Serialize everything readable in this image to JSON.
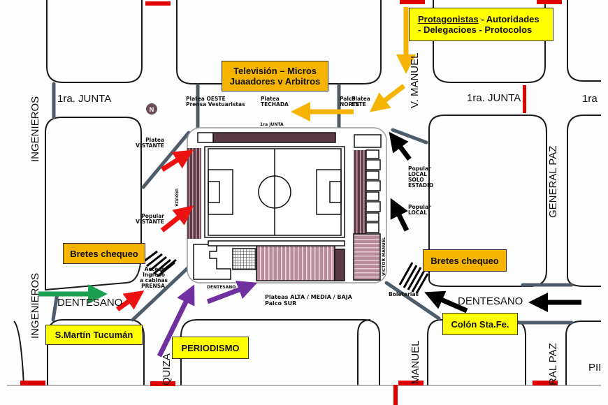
{
  "map": {
    "title": "Estadio - Operativo de seguridad",
    "streets": {
      "primera_junta_left": "1ra. JUNTA",
      "primera_junta_right": "1ra. JUNTA",
      "primera_junta_far_right": "1ra",
      "dentesano_left": "DENTESANO",
      "dentesano_right": "DENTESANO",
      "ingenieros_top": "INGENIEROS",
      "ingenieros_bottom": "INGENIEROS",
      "v_manuel_top": "V. MANUEL",
      "manuel_bottom": "MANUEL",
      "general_paz": "GENERAL PAZ",
      "ral_paz_bottom": "RAL PAZ",
      "quiza_bottom": "QUIZA",
      "pii_bottom": "PII"
    },
    "callouts": {
      "protagonistas_line1": "Protagonistas",
      "protagonistas_line1b": " - Autoridades",
      "protagonistas_line2": "- Delegacioes - Protocolos",
      "television_line1": "Televisión – Micros",
      "television_line2": "Juaadores v Arbitros",
      "bretes_left": "Bretes chequeo",
      "bretes_right": "Bretes chequeo",
      "smartin": "S.Martín Tucumán",
      "periodismo": "PERIODISMO",
      "colon": "Colón Sta.Fe."
    },
    "stadium_labels": {
      "platea_oeste": [
        "Platea OESTE",
        "Prensa Vestuaristas"
      ],
      "platea_techada": [
        "Platea",
        "TECHADA"
      ],
      "palco_norte": [
        "Palco",
        "NORTE"
      ],
      "platea_este": [
        "Platea",
        "ESTE"
      ],
      "platea_visitante": [
        "Platea",
        "VISTANTE"
      ],
      "popular_visitante": [
        "Popular",
        "VISTANTE"
      ],
      "popular_local_solo": [
        "Popular",
        "LOCAL",
        "SOLO",
        "ESTADIO"
      ],
      "popular_local": [
        "Popular",
        "LOCAL"
      ],
      "ingreso_prensa": [
        "Acceso",
        "Ingreso",
        "a cabinas",
        "PRENSA"
      ],
      "plateas_sur": [
        "Plateas ALTA / MEDIA / BAJA",
        "Palco SUR"
      ],
      "bolerias": "Boleterias",
      "inner_north": "1ra JUNTA",
      "inner_south": "DENTESANO",
      "inner_east": "VICTOR MANUEL",
      "inner_west": "URQUIZA"
    },
    "compass": "N",
    "colors": {
      "yellow_box": "#ffff00",
      "orange_box": "#f5b400",
      "red_barrier": "#e00000",
      "gray_fence": "#4f5d6b",
      "arrow_yellow": "#f5b400",
      "arrow_red": "#ee1111",
      "arrow_green": "#1aa050",
      "arrow_purple": "#7030a0",
      "arrow_black": "#000000",
      "stand": "#5a3a44",
      "stand_light": "#b98c9c"
    }
  }
}
